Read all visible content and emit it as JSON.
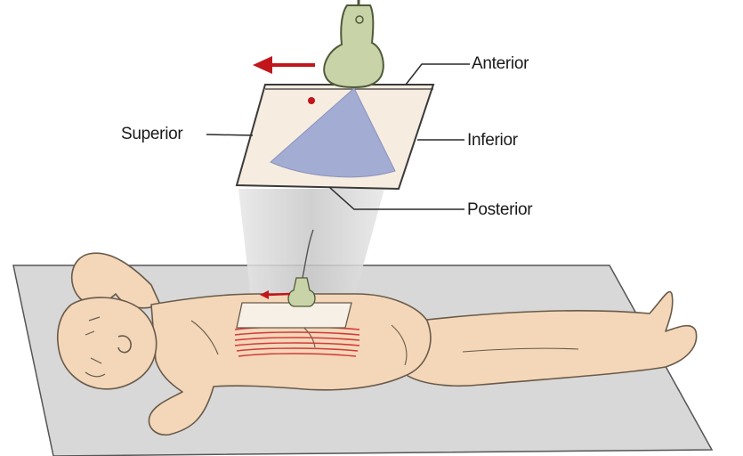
{
  "labels": {
    "anterior": "Anterior",
    "superior": "Superior",
    "inferior": "Inferior",
    "posterior": "Posterior"
  },
  "colors": {
    "skin": "#f3d7b8",
    "skin_outline": "#6a5a4a",
    "table": "#d8d8d8",
    "slice_plane": "#f6ece0",
    "sector": "#a3acd3",
    "probe": "#c9d3a8",
    "arrow": "#c0161c",
    "beam": "#d0d0d0"
  }
}
